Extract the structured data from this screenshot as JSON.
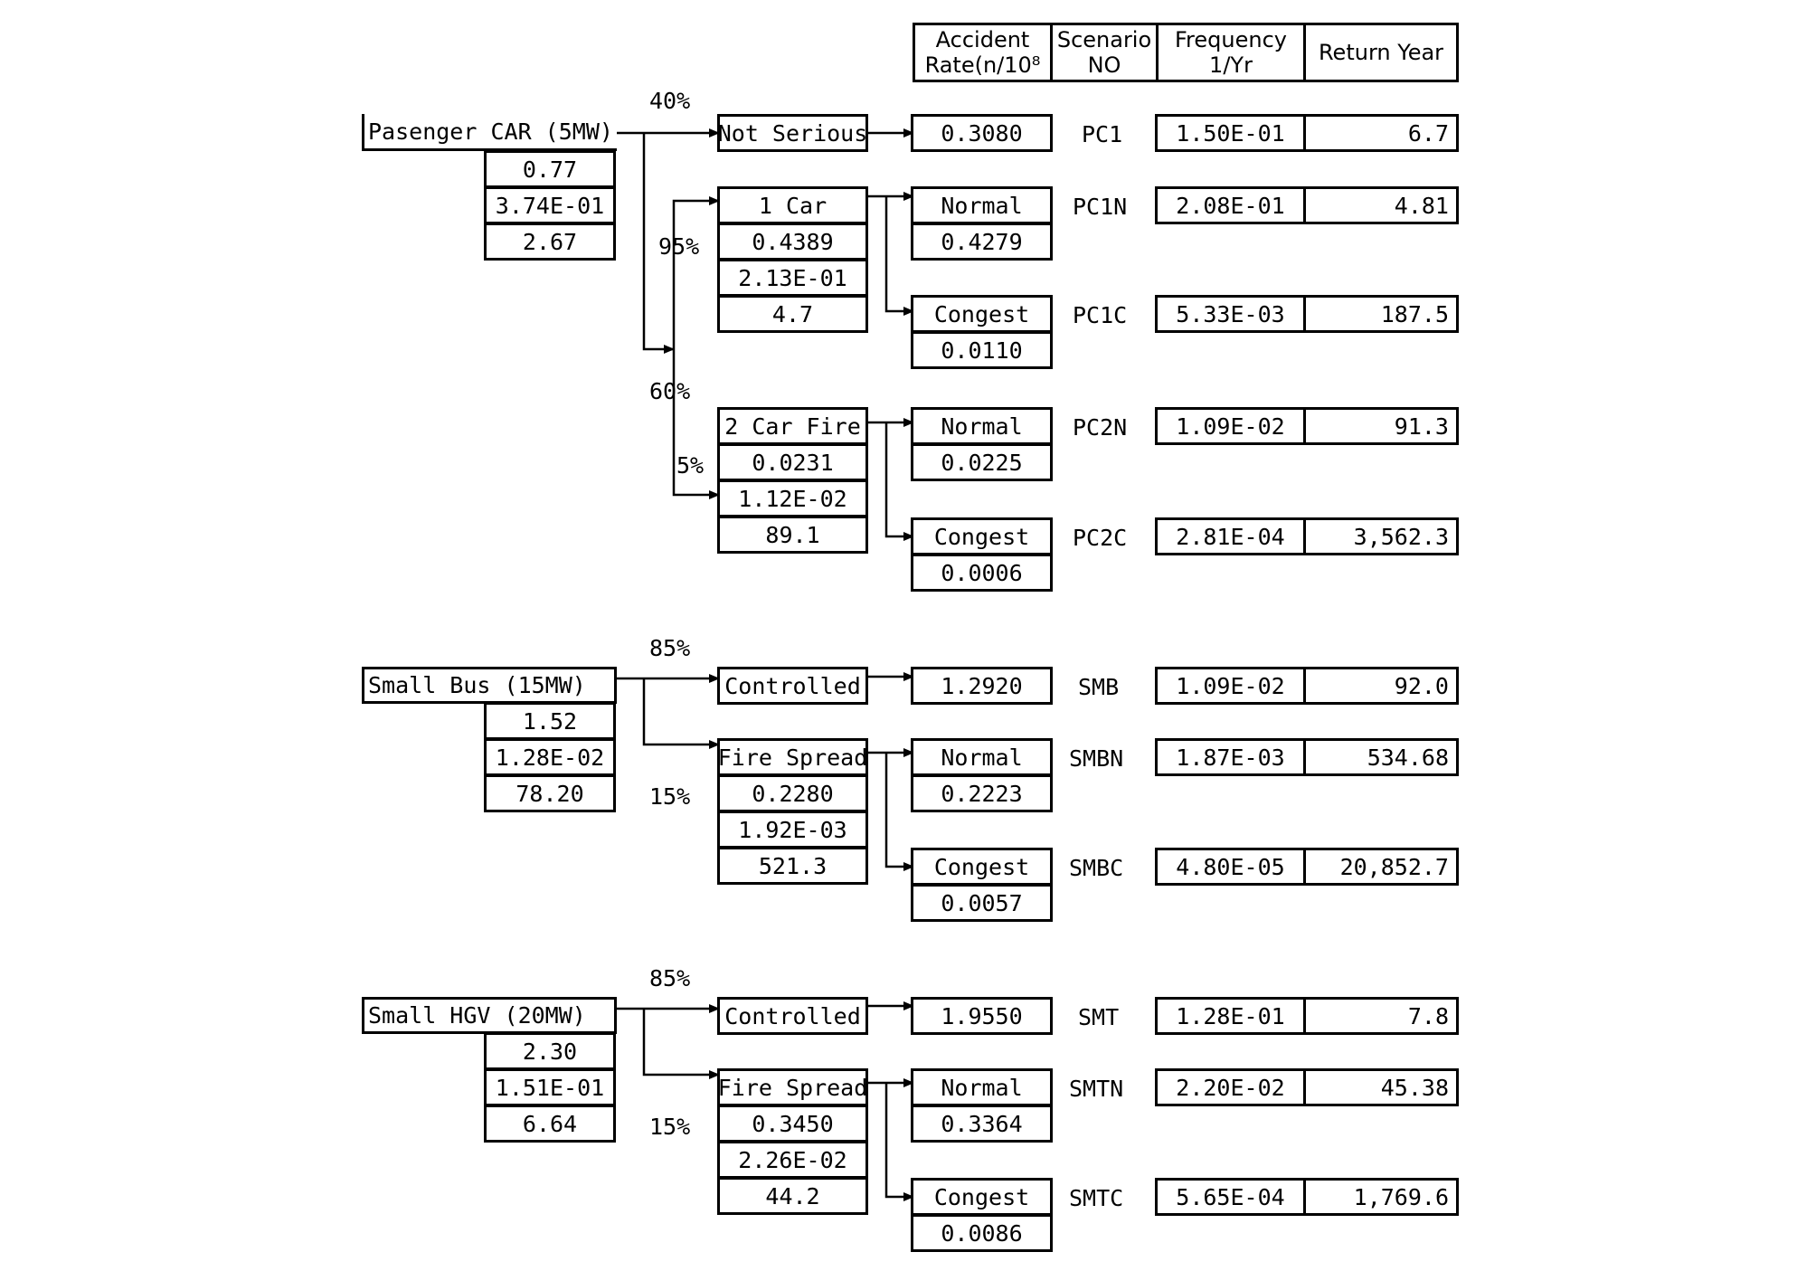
{
  "header": {
    "accident_rate": "Accident Rate(n/10⁸",
    "scenario_no": "Scenario NO",
    "frequency": "Frequency 1/Yr",
    "return_year": "Return Year"
  },
  "groups": [
    {
      "source": {
        "name": "Pasenger CAR (5MW)",
        "rate": "0.77",
        "freq": "3.74E-01",
        "ret": "2.67"
      },
      "percents": [
        "40%",
        "95%",
        "60%",
        "5%"
      ],
      "branches": [
        {
          "label": "Not Serious",
          "outcome_rate": "0.3080",
          "scenario": "PC1",
          "freq": "1.50E-01",
          "ret": "6.7"
        },
        {
          "label": "1 Car",
          "rate": "0.4389",
          "freq": "2.13E-01",
          "ret": "4.7",
          "outcomes": [
            {
              "label": "Normal",
              "rate": "0.4279",
              "scenario": "PC1N",
              "freq": "2.08E-01",
              "ret": "4.81"
            },
            {
              "label": "Congest",
              "rate": "0.0110",
              "scenario": "PC1C",
              "freq": "5.33E-03",
              "ret": "187.5"
            }
          ]
        },
        {
          "label": "2 Car Fire",
          "rate": "0.0231",
          "freq": "1.12E-02",
          "ret": "89.1",
          "outcomes": [
            {
              "label": "Normal",
              "rate": "0.0225",
              "scenario": "PC2N",
              "freq": "1.09E-02",
              "ret": "91.3"
            },
            {
              "label": "Congest",
              "rate": "0.0006",
              "scenario": "PC2C",
              "freq": "2.81E-04",
              "ret": "3,562.3"
            }
          ]
        }
      ]
    },
    {
      "source": {
        "name": "Small Bus (15MW)",
        "rate": "1.52",
        "freq": "1.28E-02",
        "ret": "78.20"
      },
      "percents": [
        "85%",
        "15%"
      ],
      "branches": [
        {
          "label": "Controlled",
          "outcome_rate": "1.2920",
          "scenario": "SMB",
          "freq": "1.09E-02",
          "ret": "92.0"
        },
        {
          "label": "Fire Spread",
          "rate": "0.2280",
          "freq": "1.92E-03",
          "ret": "521.3",
          "outcomes": [
            {
              "label": "Normal",
              "rate": "0.2223",
              "scenario": "SMBN",
              "freq": "1.87E-03",
              "ret": "534.68"
            },
            {
              "label": "Congest",
              "rate": "0.0057",
              "scenario": "SMBC",
              "freq": "4.80E-05",
              "ret": "20,852.7"
            }
          ]
        }
      ]
    },
    {
      "source": {
        "name": "Small HGV (20MW)",
        "rate": "2.30",
        "freq": "1.51E-01",
        "ret": "6.64"
      },
      "percents": [
        "85%",
        "15%"
      ],
      "branches": [
        {
          "label": "Controlled",
          "outcome_rate": "1.9550",
          "scenario": "SMT",
          "freq": "1.28E-01",
          "ret": "7.8"
        },
        {
          "label": "Fire Spread",
          "rate": "0.3450",
          "freq": "2.26E-02",
          "ret": "44.2",
          "outcomes": [
            {
              "label": "Normal",
              "rate": "0.3364",
              "scenario": "SMTN",
              "freq": "2.20E-02",
              "ret": "45.38"
            },
            {
              "label": "Congest",
              "rate": "0.0086",
              "scenario": "SMTC",
              "freq": "5.65E-04",
              "ret": "1,769.6"
            }
          ]
        }
      ]
    }
  ]
}
